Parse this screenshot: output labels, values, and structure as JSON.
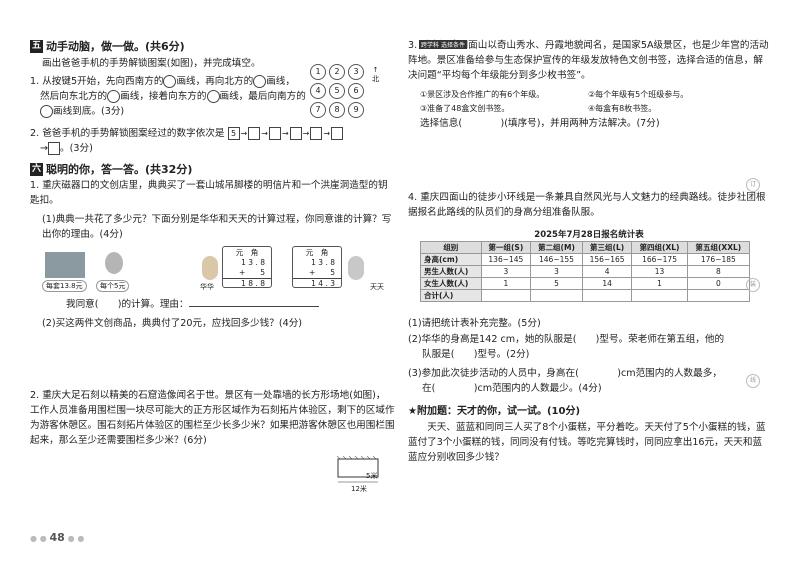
{
  "sec5": {
    "num": "五",
    "title": "动手动脑，做一做。(共6分)",
    "intro": "画出爸爸手机的手势解锁图案(如图)，并完成填空。",
    "q1_a": "1. 从按键5开始，先向西南方的",
    "q1_b": "画线，再向北方的",
    "q1_c": "画线，",
    "q1_d": "然后向东北方的",
    "q1_e": "画线，接着向东方的",
    "q1_f": "画线，最后向南方的",
    "q1_g": "画线到底。(3分)",
    "q2_a": "2. 爸爸手机的手势解锁图案经过的数字依次是",
    "q2_first": "5",
    "q2_end": "。(3分)",
    "grid": [
      "1",
      "2",
      "3",
      "4",
      "5",
      "6",
      "7",
      "8",
      "9"
    ],
    "north": "北"
  },
  "sec6": {
    "num": "六",
    "title": "聪明的你，答一答。(共32分)",
    "q1": "1. 重庆磁器口的文创店里，典典买了一套山城吊脚楼的明信片和一个洪崖洞造型的钥匙扣。",
    "q1_1": "(1)典典一共花了多少元？下面分别是华华和天天的计算过程，你同意谁的计算？写出你的理由。(4分)",
    "price1": "每套13.8元",
    "price2": "每个5元",
    "hua": "华华",
    "tian": "天天",
    "calc_head": "元　角",
    "calc1": [
      "1 3 . 8",
      "+　　5",
      "1 8 . 8"
    ],
    "calc2": [
      "1 3 . 8",
      "+　　5",
      "1 4 . 3"
    ],
    "agree": "我同意(　　)的计算。理由：",
    "q1_2": "(2)买这两件文创商品，典典付了20元，应找回多少钱？(4分)",
    "q2": "2. 重庆大足石刻以精美的石窟造像闻名于世。景区有一处靠墙的长方形场地(如图)，工作人员准备用围栏围一块尽可能大的正方形区域作为石刻拓片体验区，剩下的区域作为游客休憩区。围石刻拓片体验区的围栏至少长多少米？如果把游客休憩区也用围栏围起来，那么至少还需要围栏多少米？(6分)",
    "dim_w": "12米",
    "dim_h": "5米",
    "q3_tag": "跨学科",
    "q3_tag2": "选择条件",
    "q3": "3. 重庆江津四面山以奇山秀水、丹霞地貌闻名，是国家5A级景区，也是少年宫的活动阵地。景区准备给参与生态保护宣传的年级发放特色文创书签，选择合适的信息，解决问题“平均每个年级能分到多少枚书签”。",
    "opt1": "①景区涉及合作推广的有6个年级。",
    "opt2": "②每个年级有5个班级参与。",
    "opt3": "③准备了48盒文创书签。",
    "opt4": "④每盒有8枚书签。",
    "choose": "选择信息(　　　　)(填序号)，并用两种方法解决。(7分)",
    "q4": "4. 重庆四面山的徒步小环线是一条兼具自然风光与人文魅力的经典路线。徒步社团根据报名此路线的队员们的身高分组准备队服。",
    "table_title": "2025年7月28日报名统计表",
    "table_head": [
      "组别",
      "第一组(S)",
      "第二组(M)",
      "第三组(L)",
      "第四组(XL)",
      "第五组(XXL)"
    ],
    "table_rows": [
      [
        "身高(cm)",
        "136~145",
        "146~155",
        "156~165",
        "166~175",
        "176~185"
      ],
      [
        "男生人数(人)",
        "3",
        "3",
        "4",
        "13",
        "8"
      ],
      [
        "女生人数(人)",
        "1",
        "5",
        "14",
        "1",
        "0"
      ],
      [
        "合计(人)",
        "",
        "",
        "",
        "",
        ""
      ]
    ],
    "q4_1": "(1)请把统计表补充完整。(5分)",
    "q4_2a": "(2)华华的身高是142 cm，她的队服是(　　)型号。荣老师在第五组，他的",
    "q4_2b": "队服是(　　)型号。(2分)",
    "q4_3a": "(3)参加此次徒步活动的人员中，身高在(　　　　)cm范围内的人数最多，",
    "q4_3b": "在(　　　　)cm范围内的人数最少。(4分)"
  },
  "bonus": {
    "title": "★附加题：天才的你，试一试。(10分)",
    "text": "天天、蓝蓝和同同三人买了8个小蛋糕，平分着吃。天天付了5个小蛋糕的钱，蓝蓝付了3个小蛋糕的钱，同同没有付钱。等吃完算钱时，同同应拿出16元，天天和蓝蓝应分别收回多少钱？"
  },
  "page_number": "48",
  "side_marks": [
    "订",
    "装",
    "线"
  ]
}
